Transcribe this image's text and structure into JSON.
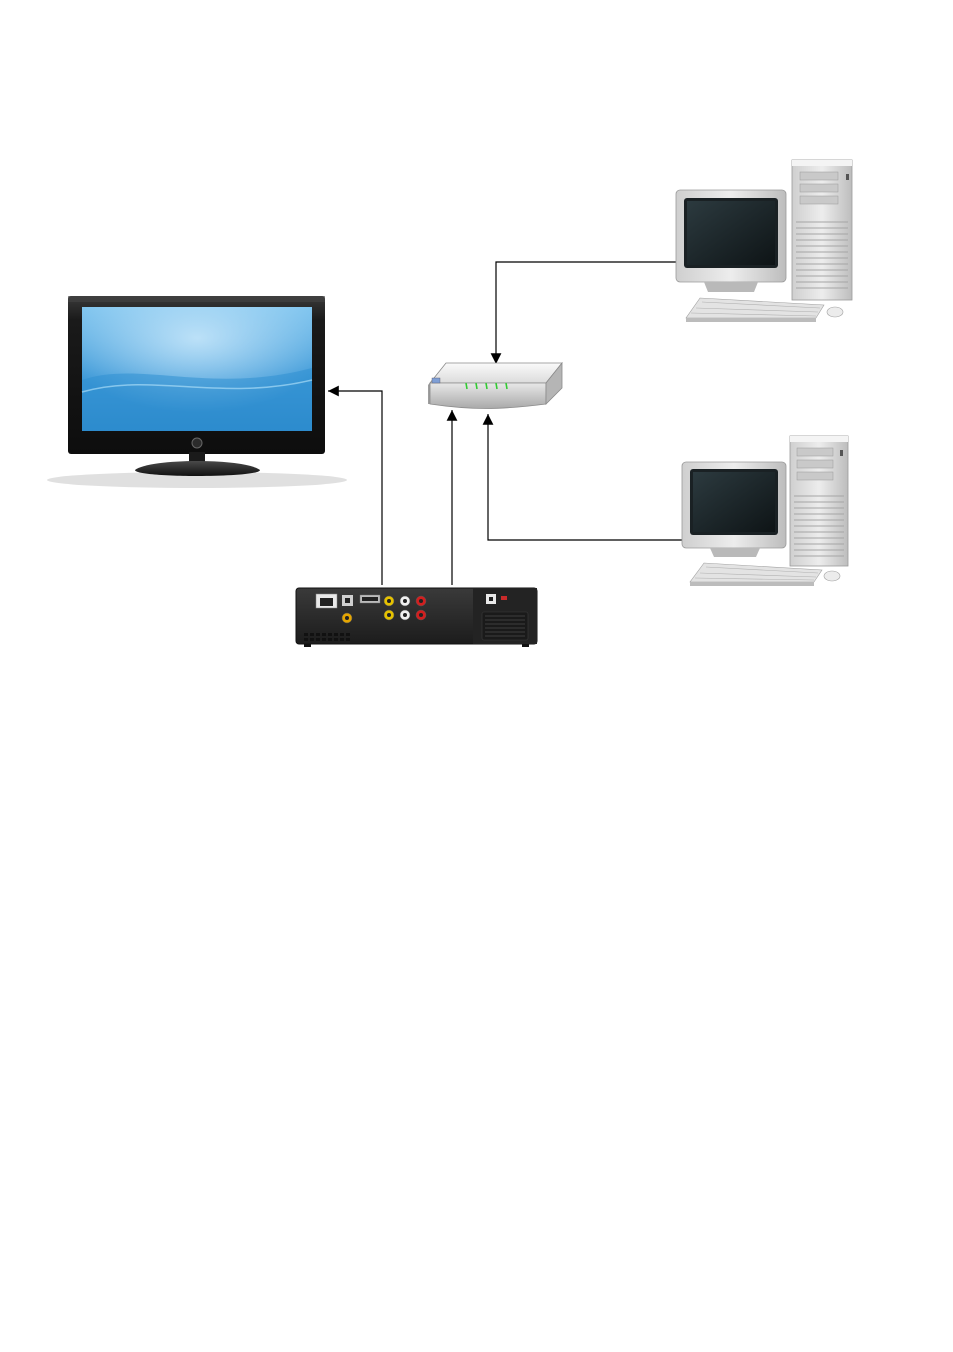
{
  "diagram": {
    "nodes": [
      {
        "id": "tv",
        "kind": "flat-screen-tv",
        "icon": "tv-icon"
      },
      {
        "id": "router",
        "kind": "network-router",
        "icon": "router-icon"
      },
      {
        "id": "pc1",
        "kind": "desktop-computer",
        "icon": "desktop-computer-icon"
      },
      {
        "id": "pc2",
        "kind": "desktop-computer",
        "icon": "desktop-computer-icon"
      },
      {
        "id": "player",
        "kind": "media-player",
        "icon": "media-player-icon"
      }
    ],
    "edges": [
      {
        "from": "pc1",
        "to": "router"
      },
      {
        "from": "pc2",
        "to": "router"
      },
      {
        "from": "player",
        "to": "router"
      },
      {
        "from": "player",
        "to": "tv"
      }
    ],
    "colors": {
      "screen_blue": "#4aa3df",
      "tv_bezel": "#1b1b1b",
      "router_body": "#e4e4e4",
      "router_led": "#33cc33",
      "player_body": "#262626",
      "crt_beige": "#d8d8d8",
      "connector_line": "#000000"
    }
  }
}
